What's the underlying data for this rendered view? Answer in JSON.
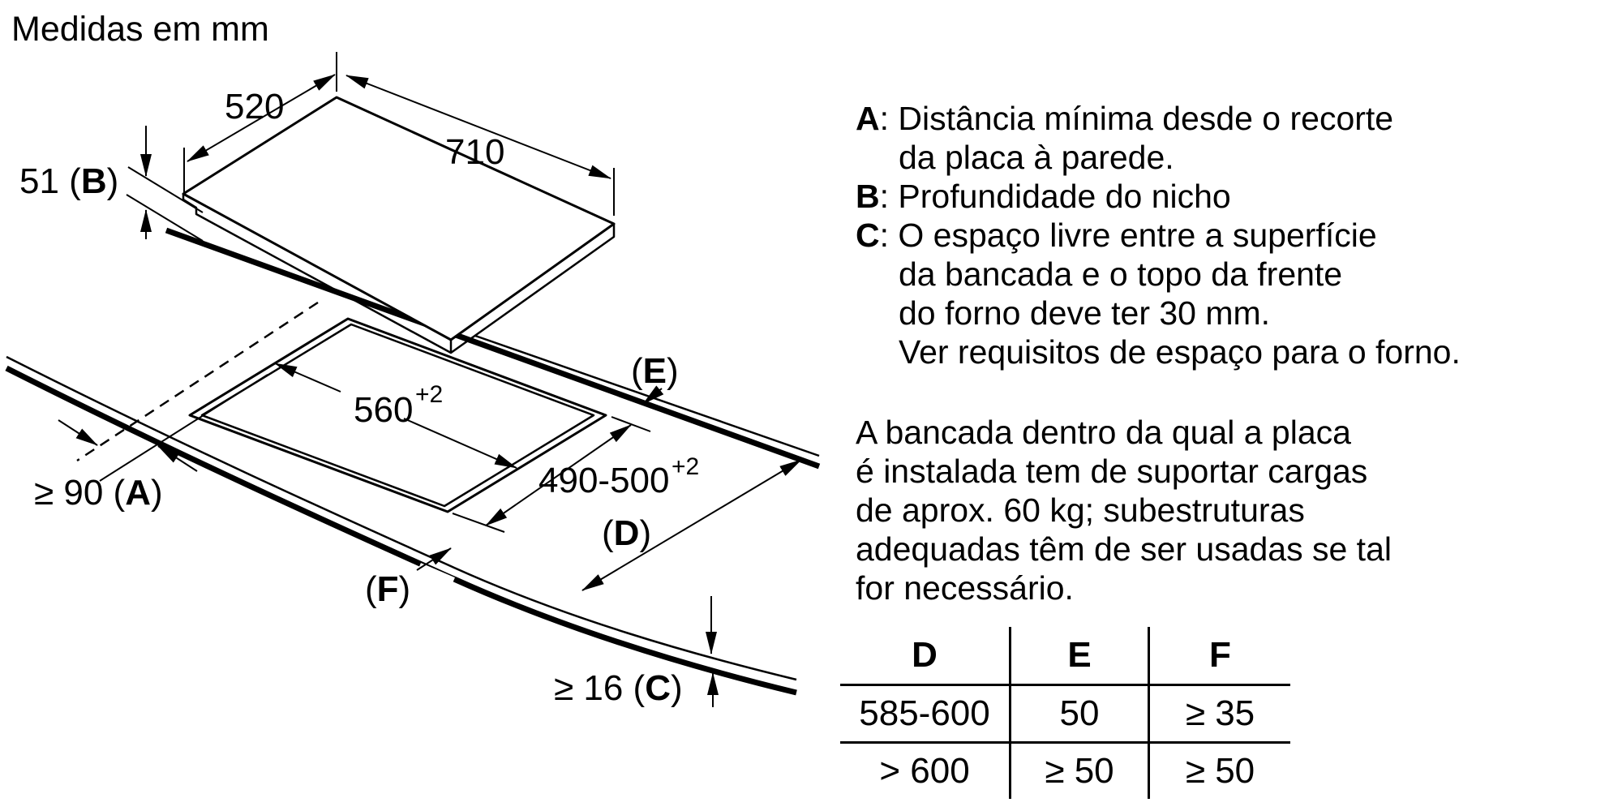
{
  "title": "Medidas em mm",
  "colors": {
    "ink": "#000000",
    "background": "#ffffff"
  },
  "diagram": {
    "dim_520": "520",
    "dim_710": "710",
    "dim_b": {
      "pre": "51 (",
      "letter": "B",
      "post": ")"
    },
    "dim_a": {
      "pre": "≥ 90 (",
      "letter": "A",
      "post": ")"
    },
    "dim_c": {
      "pre": "≥ 16 (",
      "letter": "C",
      "post": ")"
    },
    "dim_560": {
      "main": "560",
      "sup": "+2"
    },
    "dim_490": {
      "main": "490-500",
      "sup": "+2"
    },
    "label_e": {
      "pre": "(",
      "letter": "E",
      "post": ")"
    },
    "label_d": {
      "pre": "(",
      "letter": "D",
      "post": ")"
    },
    "label_f": {
      "pre": "(",
      "letter": "F",
      "post": ")"
    }
  },
  "legend": {
    "lines": [
      {
        "b": "A",
        "t": ": Distância mínima desde o recorte"
      },
      {
        "b": "",
        "t": "da placa à parede."
      },
      {
        "b": "B",
        "t": ": Profundidade do nicho"
      },
      {
        "b": "C",
        "t": ": O espaço livre entre a superfície"
      },
      {
        "b": "",
        "t": "da bancada e o topo da frente"
      },
      {
        "b": "",
        "t": "do forno deve ter 30 mm."
      },
      {
        "b": "",
        "t": "Ver requisitos de espaço para o forno."
      }
    ]
  },
  "paragraph": {
    "lines": [
      "A bancada dentro da qual a placa",
      "é instalada tem de suportar cargas",
      "de aprox. 60 kg; subestruturas",
      "adequadas têm de ser usadas se tal",
      "for necessário."
    ]
  },
  "table": {
    "headers": [
      "D",
      "E",
      "F"
    ],
    "rows": [
      [
        "585-600",
        "50",
        "≥ 35"
      ],
      [
        "> 600",
        "≥ 50",
        "≥ 50"
      ]
    ]
  }
}
